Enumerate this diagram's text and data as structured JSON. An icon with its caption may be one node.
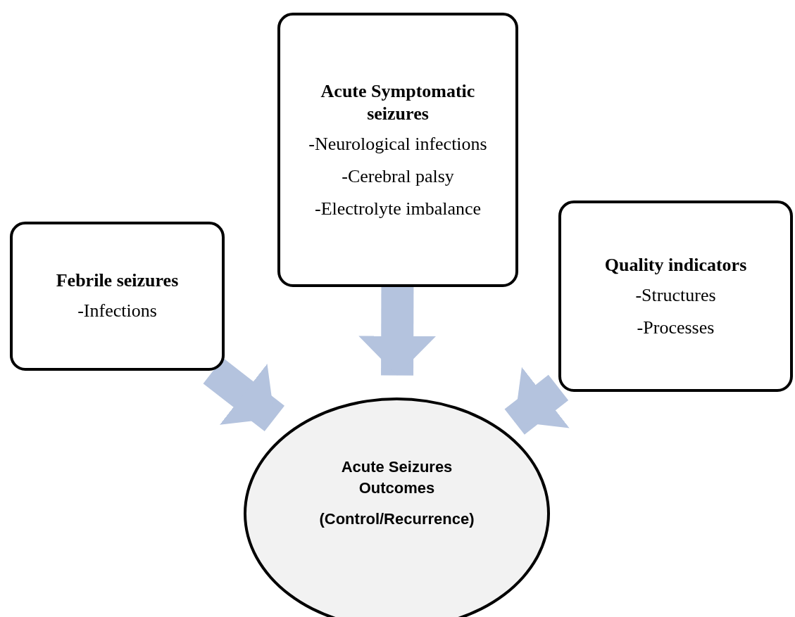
{
  "diagram": {
    "nodes": [
      {
        "text": [
          "Febrile seizures",
          "-Infections"
        ]
      },
      {
        "text": [
          "Acute Symptomatic seizures",
          "-Neurological infections",
          "-Cerebral palsy",
          "-Electrolyte imbalance"
        ]
      },
      {
        "text": [
          "Quality indicators",
          "-Structures",
          "-Processes"
        ]
      },
      {
        "text": [
          "Acute Seizures Outcomes",
          "(Control/Recurrence)"
        ]
      }
    ],
    "edges": [
      {
        "from": 0,
        "to": 3,
        "arrow": "to"
      },
      {
        "from": 1,
        "to": 3,
        "arrow": "to"
      },
      {
        "from": 2,
        "to": 3,
        "arrow": "to"
      }
    ]
  }
}
